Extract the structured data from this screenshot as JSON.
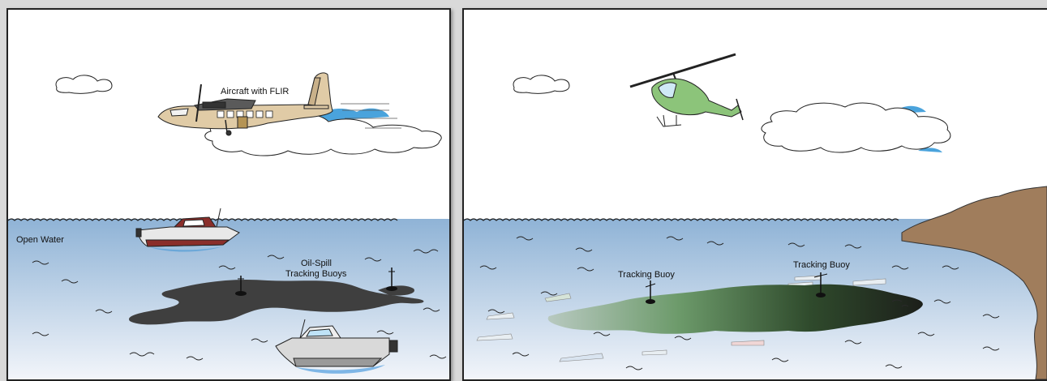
{
  "left_panel": {
    "aircraft_label": "Aircraft with FLIR",
    "water_label": "Open Water",
    "buoys_label_line1": "Oil-Spill",
    "buoys_label_line2": "Tracking Buoys"
  },
  "right_panel": {
    "buoy_label_1": "Tracking Buoy",
    "buoy_label_2": "Tracking Buoy"
  },
  "colors": {
    "sky": "#ffffff",
    "water_top": "#8fb3d6",
    "water_bottom": "#eef2f8",
    "oil": "#3f3f3f",
    "cloud_shade": "#4aa3dc",
    "plane_body": "#e0cba6",
    "helicopter": "#8cc47a",
    "shore": "#a07d5c"
  }
}
